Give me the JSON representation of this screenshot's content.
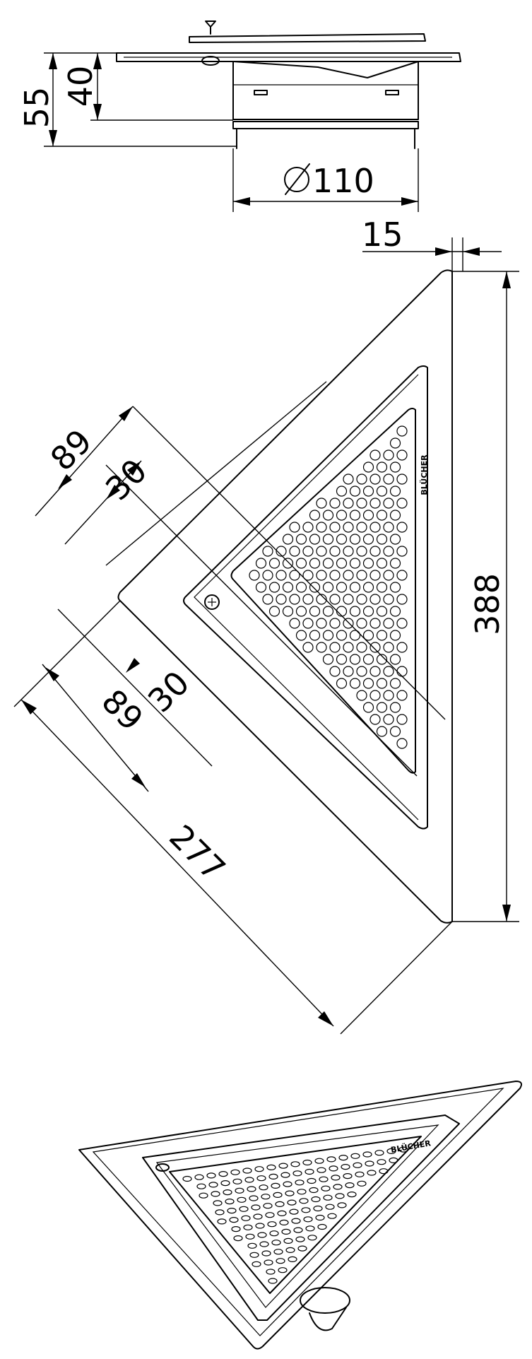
{
  "drawing": {
    "dimensions": {
      "d55": "55",
      "d40": "40",
      "dia110": "110",
      "d15": "15",
      "d388": "388",
      "d277": "277",
      "d89_upper": "89",
      "d30_upper": "30",
      "d30_lower": "30",
      "d89_lower": "89"
    },
    "brand_label": "BLÜCHER",
    "brand_label_iso": "BLÜCHER"
  }
}
